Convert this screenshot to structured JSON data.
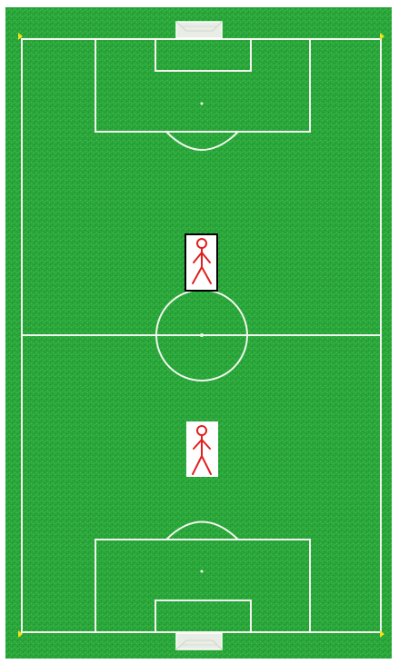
{
  "game": {
    "type": "soccer-field-board",
    "colors": {
      "grass": "#2aa63a",
      "grass_dark": "#1f8e2f",
      "grass_light": "#45c552",
      "lines": "#f2f7ef",
      "player_figure": "#e02020",
      "player_card": "#ffffff",
      "selection_border": "#000000",
      "corner_flag": "#f3e21b",
      "goal_net": "#ffffff"
    },
    "players": [
      {
        "id": "player-1",
        "icon": "stick-figure-icon",
        "selected": true
      },
      {
        "id": "player-2",
        "icon": "stick-figure-icon",
        "selected": false
      }
    ]
  }
}
